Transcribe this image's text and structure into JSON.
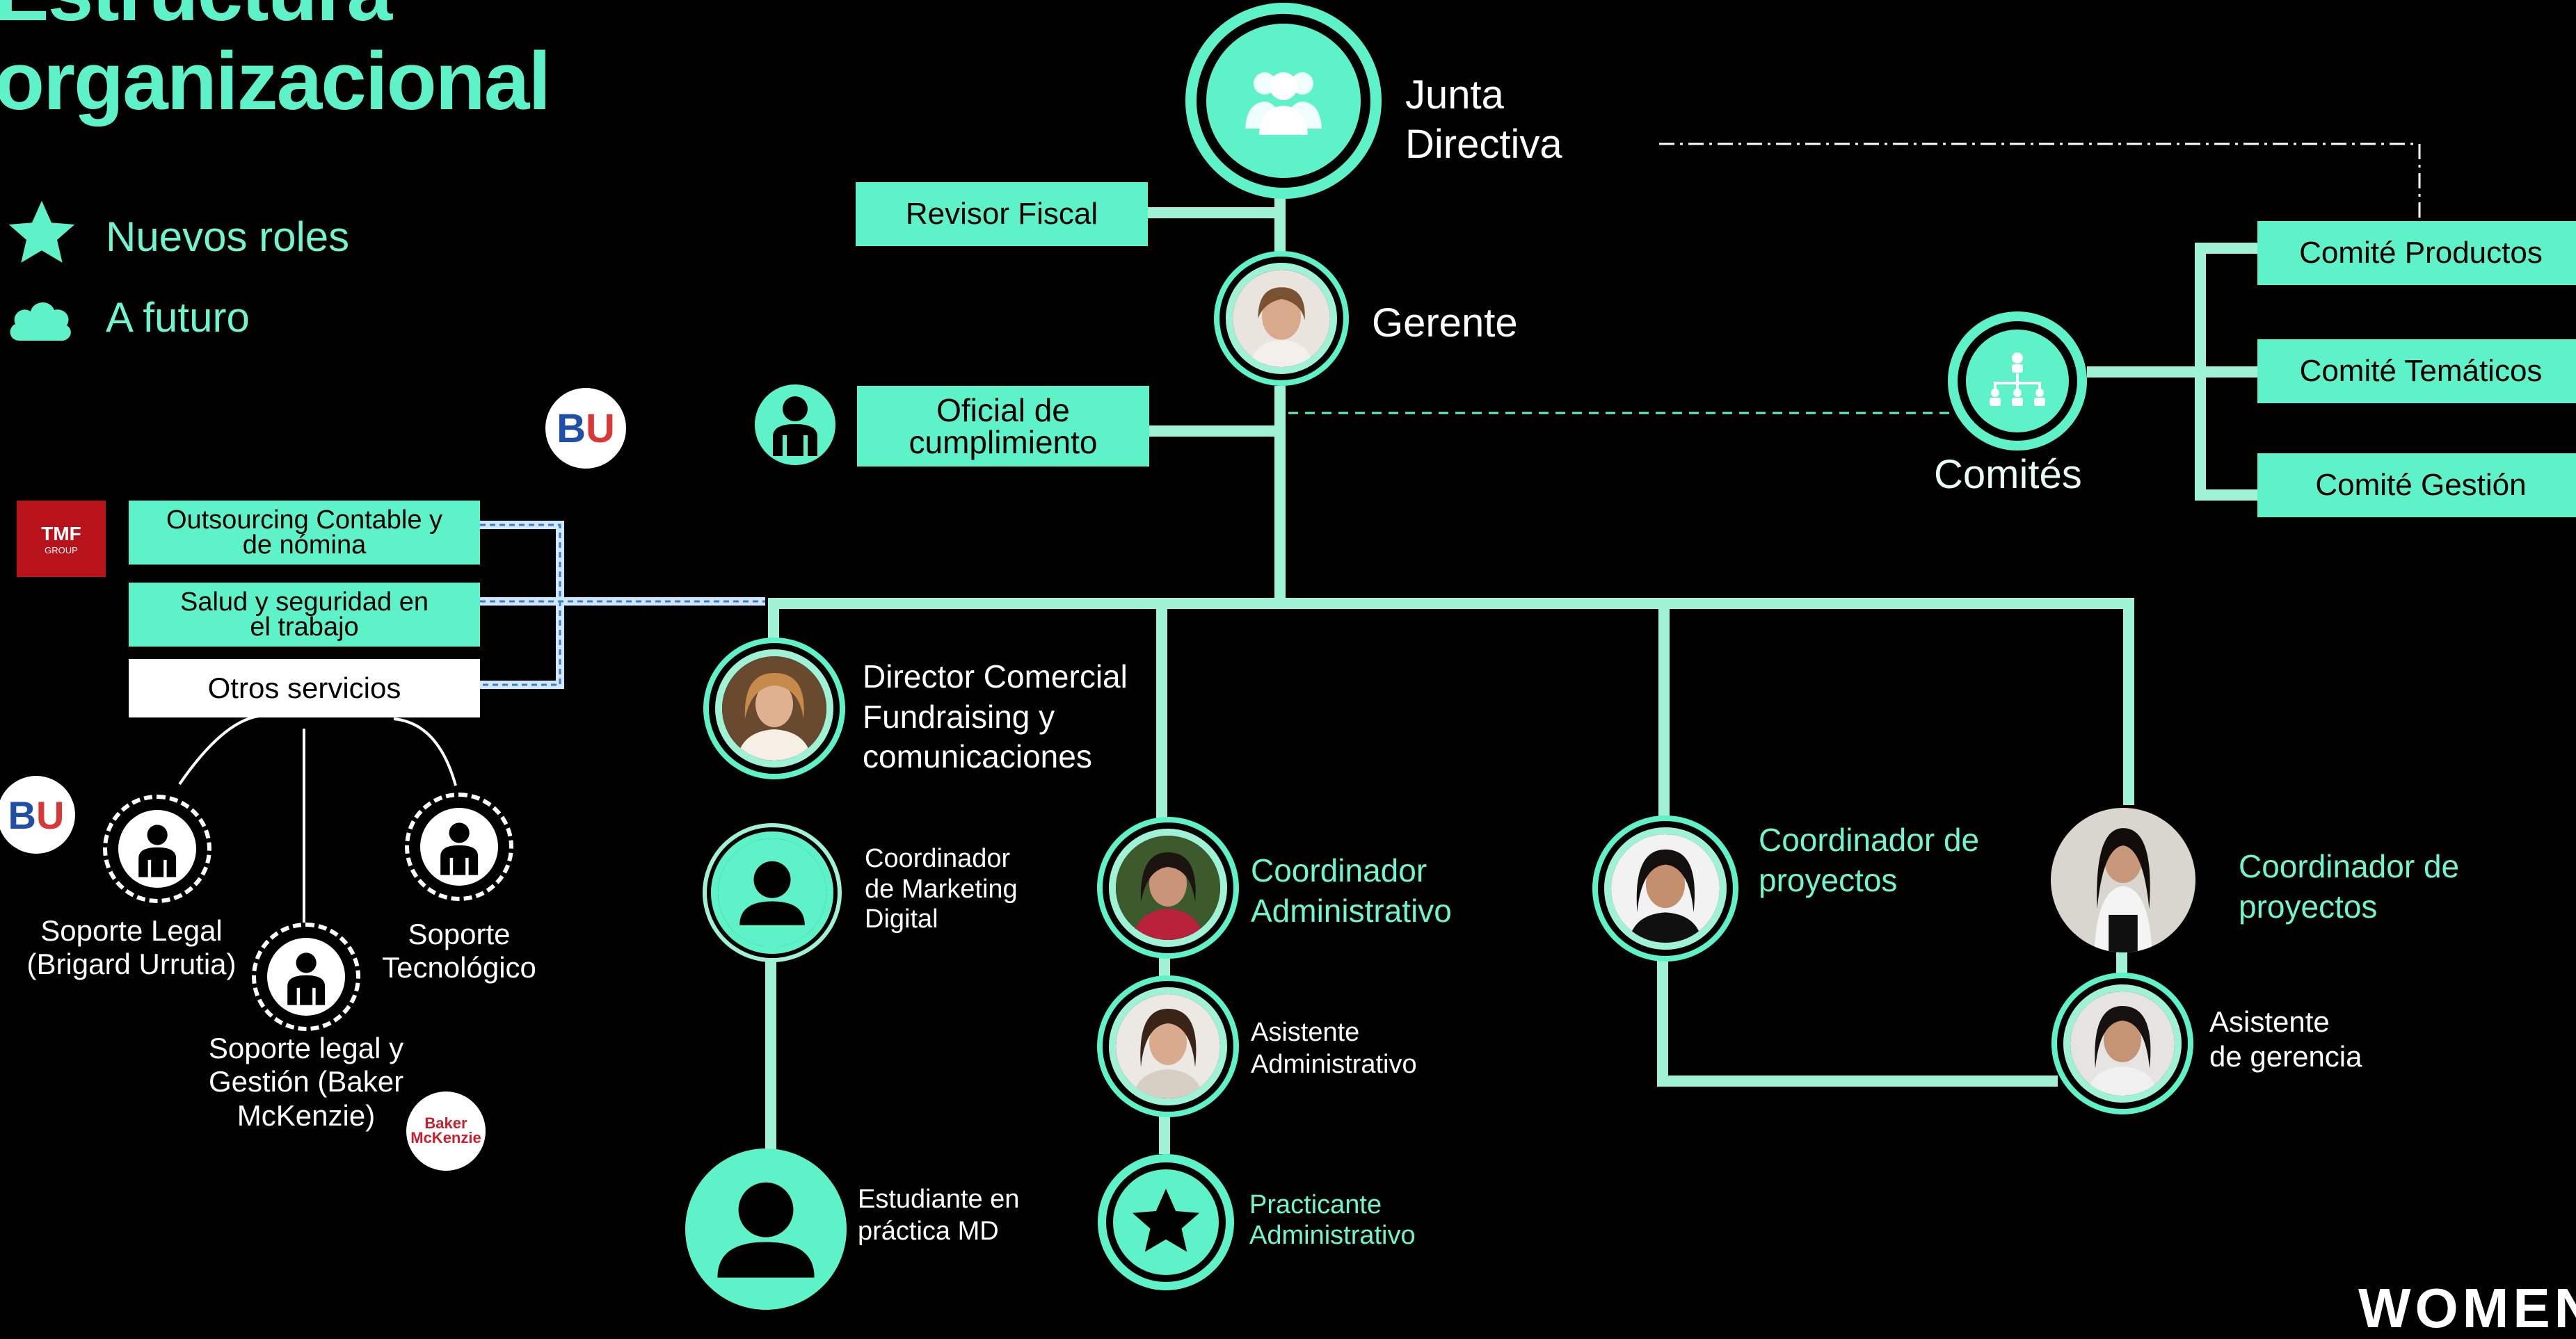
{
  "title": {
    "line1": "Estructura",
    "line2": "organizacional"
  },
  "legend": {
    "new_roles": "Nuevos roles",
    "future": "A futuro"
  },
  "top": {
    "board_line1": "Junta",
    "board_line2": "Directiva",
    "gerente": "Gerente"
  },
  "boxes": {
    "revisor": "Revisor Fiscal",
    "oficial_line1": "Oficial de",
    "oficial_line2": "cumplimiento",
    "outsourcing_line1": "Outsourcing Contable y",
    "outsourcing_line2": "de nómina",
    "salud_line1": "Salud y seguridad en",
    "salud_line2": "el trabajo",
    "otros": "Otros servicios"
  },
  "committees": {
    "label": "Comités",
    "productos": "Comité Productos",
    "tematicos": "Comité Temáticos",
    "gestion": "Comité Gestión"
  },
  "badges": {
    "bu": "BU",
    "tmf": "TMF",
    "tmf_sub": "GROUP",
    "baker_line1": "Baker",
    "baker_line2": "McKenzie"
  },
  "support": {
    "legal_line1": "Soporte Legal",
    "legal_line2": "(Brigard Urrutia)",
    "tech_line1": "Soporte",
    "tech_line2": "Tecnológico",
    "baker_line1": "Soporte legal y",
    "baker_line2": "Gestión  (Baker",
    "baker_line3": "McKenzie)"
  },
  "roles": {
    "director_line1": "Director Comercial",
    "director_line2": "Fundraising y",
    "director_line3": "comunicaciones",
    "marketing_line1": "Coordinador",
    "marketing_line2": "de Marketing",
    "marketing_line3": "Digital",
    "estudiante_line1": "Estudiante en",
    "estudiante_line2": "práctica MD",
    "coord_admin_line1": "Coordinador",
    "coord_admin_line2": "Administrativo",
    "asist_admin_line1": "Asistente",
    "asist_admin_line2": "Administrativo",
    "practicante_line1": "Practicante",
    "practicante_line2": "Administrativo",
    "coord_proy1_line1": "Coordinador  de",
    "coord_proy1_line2": "proyectos",
    "coord_proy2_line1": "Coordinador  de",
    "coord_proy2_line2": "proyectos",
    "asist_ger_line1": "Asistente",
    "asist_ger_line2": "de gerencia"
  },
  "footer": {
    "partial_brand": "WOMEN"
  },
  "colors": {
    "mint": "#5ef2c8",
    "mint_light": "#9ff2d6",
    "background": "#000000"
  }
}
